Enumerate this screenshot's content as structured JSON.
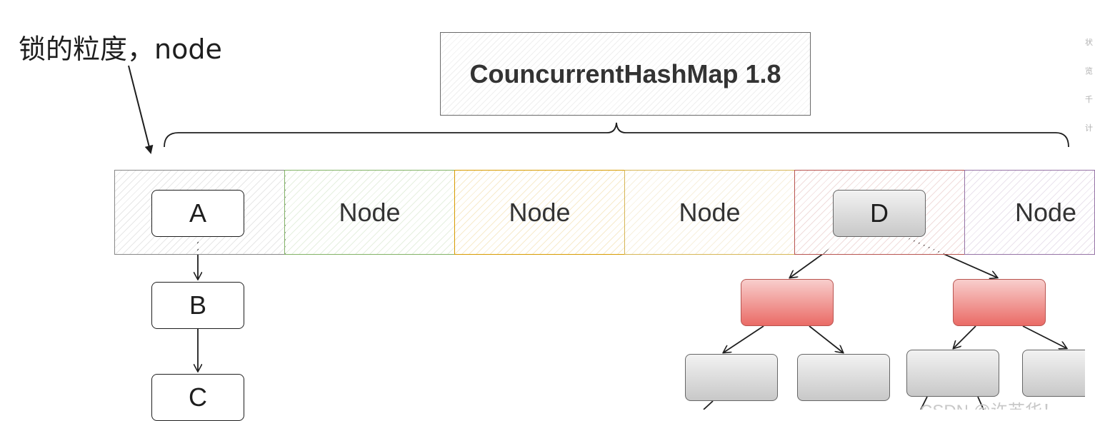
{
  "annotation": {
    "text": "锁的粒度，node"
  },
  "title": {
    "text": "CouncurrentHashMap 1.8"
  },
  "bucket_array": {
    "cells": [
      {
        "label": "",
        "color": "#888888"
      },
      {
        "label": "Node",
        "color": "#82b366"
      },
      {
        "label": "Node",
        "color": "#d79b00"
      },
      {
        "label": "Node",
        "color": "#d6b656"
      },
      {
        "label": "",
        "color": "#b85450"
      },
      {
        "label": "Node",
        "color": "#9673a6"
      }
    ]
  },
  "linked_list": {
    "nodes": [
      "A",
      "B",
      "C"
    ]
  },
  "tree": {
    "root": "D"
  },
  "sidebar": {
    "chars": [
      "状",
      "览",
      "千",
      "计"
    ]
  },
  "watermark": {
    "text": "CSDN @许苏华！"
  }
}
